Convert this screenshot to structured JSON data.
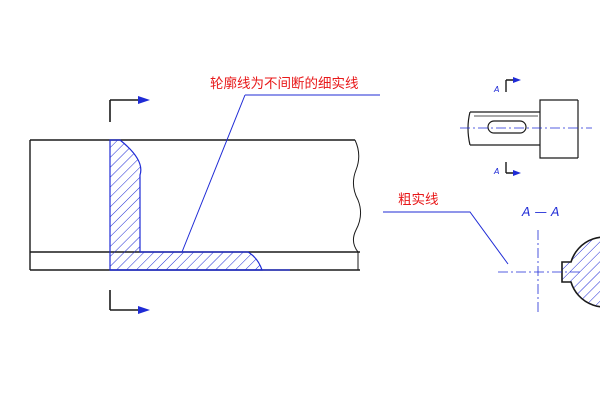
{
  "annotations": {
    "thin_line_label": "轮廓线为不间断的细实线",
    "thick_line_label": "粗实线"
  },
  "section": {
    "title": "A — A",
    "marker_top": "A",
    "marker_bottom": "A"
  },
  "colors": {
    "outline": "#1a1a1a",
    "annotation_line": "#1f2bd6",
    "label_text": "#e8191a",
    "hatch": "#1f2bd6"
  }
}
